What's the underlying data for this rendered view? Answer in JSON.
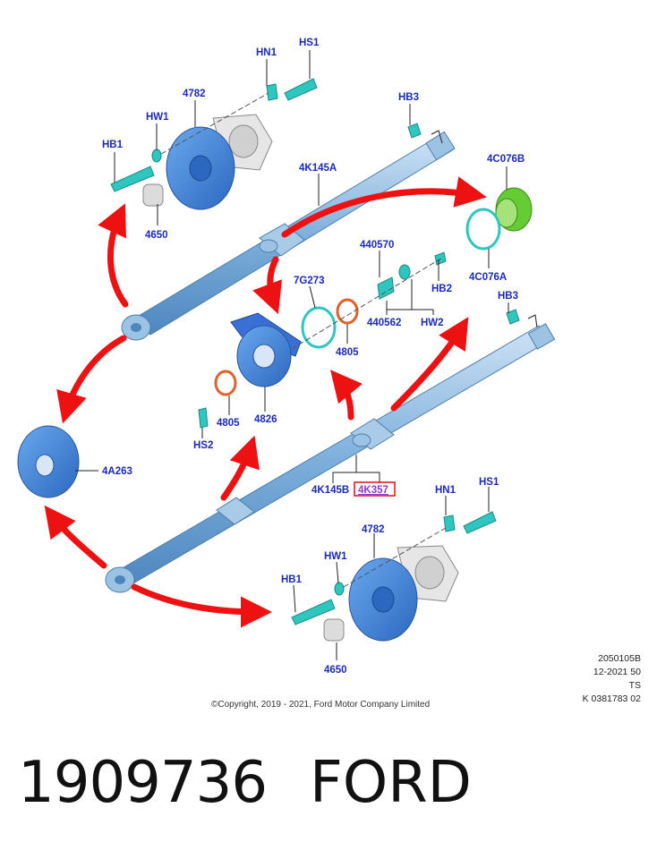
{
  "labels": {
    "hn1_top": "HN1",
    "hs1_top": "HS1",
    "p4782_top": "4782",
    "hw1_top": "HW1",
    "hb1_top": "HB1",
    "p4650_top": "4650",
    "hb3_top": "HB3",
    "p4k145a": "4K145A",
    "p4c076b": "4C076B",
    "p4c076a": "4C076A",
    "p440570": "440570",
    "hb2": "HB2",
    "p7g273": "7G273",
    "p4805_right": "4805",
    "p440562": "440562",
    "hw2": "HW2",
    "hb3_mid": "HB3",
    "p4805_left": "4805",
    "p4826": "4826",
    "hs2": "HS2",
    "p4a263": "4A263",
    "p4k145b": "4K145B",
    "p4k357": "4K357",
    "hn1_bot": "HN1",
    "hs1_bot": "HS1",
    "p4782_bot": "4782",
    "hw1_bot": "HW1",
    "hb1_bot": "HB1",
    "p4650_bot": "4650"
  },
  "meta": {
    "code1": "2050105B",
    "code2": "12-2021 50",
    "code3": "TS",
    "code4": "K 0381783 02"
  },
  "copyright": "©Copyright, 2019 - 2021, Ford Motor Company Limited",
  "footer": {
    "part_number": "1909736",
    "brand": "FORD"
  },
  "colors": {
    "label": "#1a2bb8",
    "arrow": "#ee1111",
    "shaft": "#7fb0dc",
    "coupling": "#3a7fd6",
    "fastener": "#2ec7c0",
    "seal": "#66cc33",
    "washer_orange": "#e2602a",
    "highlight_box": "#e02020"
  }
}
